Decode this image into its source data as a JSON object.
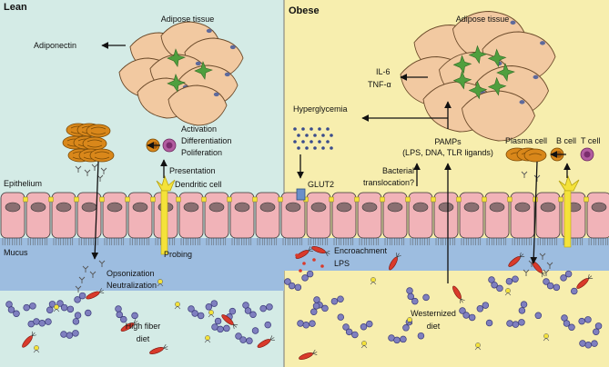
{
  "lean": {
    "title": "Lean",
    "adipose": "Adipose tissue",
    "adiponectin": "Adiponectin",
    "activation": "Activation",
    "differentiation": "Differentiation",
    "proliferation": "Poliferation",
    "presentation": "Presentation",
    "dendritic_cell": "Dendritic cell",
    "epithelium": "Epithelium",
    "mucus": "Mucus",
    "probing": "Probing",
    "opsonization": "Opsonization",
    "neutralization": "Neutralization",
    "diet_line1": "High fiber",
    "diet_line2": "diet"
  },
  "obese": {
    "title": "Obese",
    "adipose": "Adipose tissue",
    "il6": "IL-6",
    "tnfa": "TNF-α",
    "hyperglycemia": "Hyperglycemia",
    "pamps": "PAMPs",
    "pamps_detail": "(LPS, DNA, TLR ligands)",
    "plasma_cell": "Plasma cell",
    "b_cell": "B cell",
    "t_cell": "T cell",
    "bacterial_line1": "Bacterial",
    "bacterial_line2": "translocation?",
    "glut2": "GLUT2",
    "encroachment": "Encroachment",
    "lps": "LPS",
    "diet_line1": "Westernized",
    "diet_line2": "diet"
  },
  "colors": {
    "lean_bg": "#d4ebe6",
    "obese_bg": "#f7eeae",
    "epithelium": "#f1b3b8",
    "nucleus": "#8a6f71",
    "mucus": "#9dbde0",
    "adipocyte": "#f2c9a1",
    "macrophage": "#4f9f3e",
    "bead": "#7f7fbf",
    "bacterium": "#d93a2b",
    "immune_cell": "#d9871a",
    "plasma": "#b25da0"
  }
}
